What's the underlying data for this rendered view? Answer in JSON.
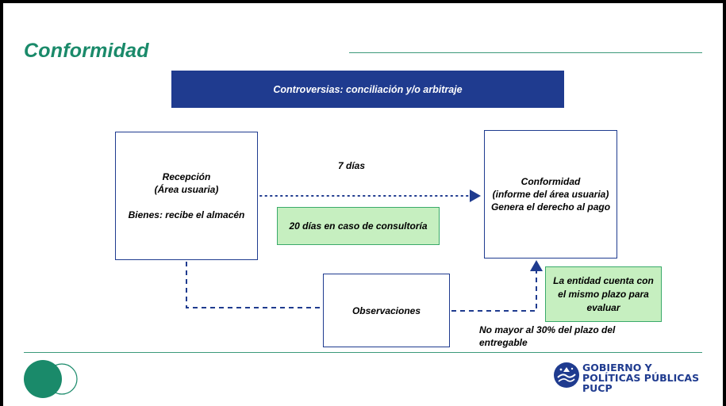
{
  "slide": {
    "title": "Conformidad",
    "banner": "Controversias: conciliación y/o arbitraje"
  },
  "recepcion": {
    "line1": "Recepción",
    "line2": "(Área usuaria)",
    "line3": "Bienes: recibe el almacén"
  },
  "conformidad": {
    "line1": "Conformidad",
    "line2": "(informe del área usuaria)",
    "line3": "Genera el derecho al pago"
  },
  "labels": {
    "days7": "7 días",
    "days20": "20 días en caso de consultoría",
    "observaciones": "Observaciones",
    "entidad": "La entidad cuenta con el mismo plazo para evaluar",
    "no_mayor": "No mayor al 30% del plazo del entregable"
  },
  "brand": {
    "line1": "GOBIERNO Y",
    "line2": "POLÍTICAS PÚBLICAS",
    "line3": "PUCP"
  },
  "colors": {
    "accent_green": "#1a8a6a",
    "navy": "#1f3b8f",
    "light_green": "#c6efc0"
  }
}
